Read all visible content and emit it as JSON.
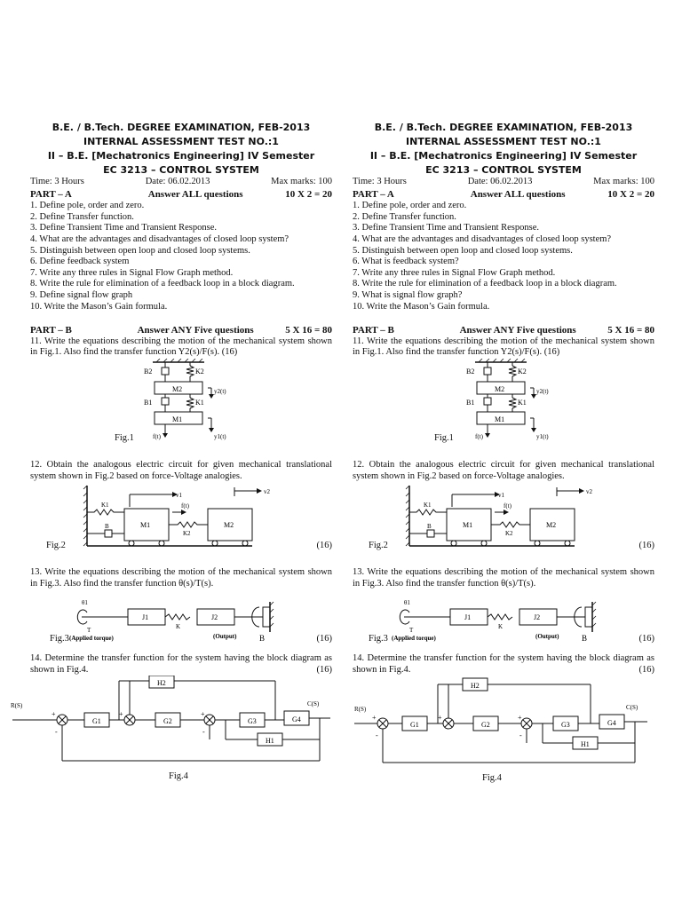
{
  "columns": [
    {
      "header": {
        "line1": "B.E. / B.Tech. DEGREE EXAMINATION, FEB-2013",
        "line2": "INTERNAL ASSESSMENT TEST NO.:1",
        "line3": "II – B.E. [Mechatronics Engineering] IV Semester",
        "line4": "EC 3213 – CONTROL SYSTEM",
        "time": "Time: 3 Hours",
        "date": "Date: 06.02.2013",
        "max_marks": "Max marks: 100"
      },
      "part_a": {
        "label": "PART – A",
        "instruction": "Answer ALL questions",
        "marks": "10 X 2 = 20",
        "questions": [
          "1. Define pole, order and zero.",
          "2. Define Transfer function.",
          "3. Define Transient Time and Transient Response.",
          "4. What are the advantages and disadvantages of closed loop system?",
          "5. Distinguish between open loop and closed loop systems.",
          "6. Define feedback system",
          "7. Write any three rules in Signal Flow Graph method.",
          "8. Write the rule for elimination of a feedback loop in a block diagram.",
          "9. Define signal flow graph",
          "10. Write the Mason’s Gain formula."
        ]
      },
      "part_b": {
        "label": "PART – B",
        "instruction": "Answer ANY Five questions",
        "marks": "5 X 16 = 80",
        "q11": "11.   Write the equations describing the motion of the mechanical system shown in Fig.1. Also find the transfer function Y2(s)/F(s).   (16)",
        "fig1": "Fig.1",
        "q12": "12. Obtain the analogous electric circuit for given mechanical translational system shown in Fig.2 based on force-Voltage analogies.",
        "fig2": "Fig.2",
        "q12_marks": "(16)",
        "q13": "13.   Write the equations describing the motion of the mechanical system shown in Fig.3. Also find the transfer function θ(s)/T(s).",
        "fig3": "Fig.3",
        "q13_marks": "(16)",
        "q14": "14. Determine the transfer function for the system having the block diagram as shown in Fig.4.",
        "q14_marks": "(16)",
        "fig4": "Fig.4"
      }
    },
    {
      "header": {
        "line1": "B.E. / B.Tech. DEGREE EXAMINATION, FEB-2013",
        "line2": "INTERNAL ASSESSMENT TEST NO.:1",
        "line3": "II – B.E. [Mechatronics Engineering] IV Semester",
        "line4": "EC 3213 – CONTROL SYSTEM",
        "time": "Time: 3 Hours",
        "date": "Date: 06.02.2013",
        "max_marks": "Max marks: 100"
      },
      "part_a": {
        "label": "PART – A",
        "instruction": "Answer ALL questions",
        "marks": "10 X 2 = 20",
        "questions": [
          "1. Define pole, order and zero.",
          "2. Define Transfer function.",
          "3. Define Transient Time and Transient Response.",
          "4. What are the advantages and disadvantages of closed loop system?",
          "5. Distinguish between open loop and closed loop systems.",
          "6. What is feedback system?",
          "7. Write any three rules in Signal Flow Graph method.",
          "8. Write the rule for elimination of a feedback loop in a block diagram.",
          "9. What is signal flow graph?",
          "10. Write the Mason’s Gain formula."
        ]
      },
      "part_b": {
        "label": "PART – B",
        "instruction": "Answer ANY Five questions",
        "marks": "5 X 16 = 80",
        "q11": "11.   Write the equations describing the motion of the mechanical system shown in Fig.1. Also find the transfer function Y2(s)/F(s).   (16)",
        "fig1": "Fig.1",
        "q12": "12. Obtain the analogous electric circuit for given mechanical translational system shown in Fig.2 based on force-Voltage analogies.",
        "fig2": "Fig.2",
        "q12_marks": "(16)",
        "q13": "13.   Write the equations describing the motion of the mechanical system shown in Fig.3. Also find the transfer function θ(s)/T(s).",
        "fig3": "Fig.3",
        "q13_marks": "(16)",
        "q14": "14. Determine the transfer function for the system having the block diagram as shown in Fig.4.",
        "q14_marks": "(16)",
        "fig4": "Fig.4"
      }
    }
  ],
  "diagram_labels": {
    "fig1": {
      "b2": "B2",
      "k2": "K2",
      "m2": "M2",
      "y2": "y2(t)",
      "b1": "B1",
      "k1": "K1",
      "m1": "M1",
      "f": "f(t)",
      "y1": "y1(t)"
    },
    "fig2": {
      "v1": "v1",
      "v2": "v2",
      "k1": "K1",
      "f": "f(t)",
      "b": "B",
      "m1": "M1",
      "k2": "K2",
      "m2": "M2"
    },
    "fig3": {
      "theta1": "θ1",
      "t": "T",
      "j1": "J1",
      "k": "K",
      "j2": "J2",
      "applied": "(Applied torque)",
      "output": "(Output)",
      "b": "B"
    },
    "fig4": {
      "r": "R(S)",
      "c": "C(S)",
      "g1": "G1",
      "g2": "G2",
      "g3": "G3",
      "g4": "G4",
      "h1": "H1",
      "h2": "H2",
      "plus": "+",
      "minus": "-"
    }
  }
}
